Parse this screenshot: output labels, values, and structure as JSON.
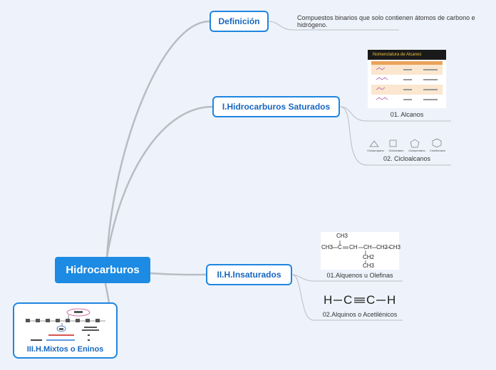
{
  "root": {
    "label": "Hidrocarburos"
  },
  "definicion": {
    "label": "Definición",
    "note": "Compuestos binarios que solo contienen átomos de carbono e hidrógeno."
  },
  "saturados": {
    "label": "I.Hidrocarburos Saturados",
    "alcanos": {
      "caption": "01. Alcanos",
      "table_title": "Nomenclatura de Alcanos"
    },
    "cicloalcanos": {
      "caption": "02. Cicloalcanos",
      "names": [
        "Ciclopropano",
        "Ciclobutano",
        "Ciclopentano",
        "Ciclohexano"
      ]
    }
  },
  "insaturados": {
    "label": "II.H.Insaturados",
    "alquenos": {
      "caption": "01.Alquenos u Olefinas",
      "formula": {
        "top": "CH3",
        "main_1": "CH3",
        "main_2": "C",
        "main_3": "CH",
        "main_4": "CH",
        "main_5": "CH2",
        "main_6": "CH3",
        "branch_1": "CH2",
        "branch_2": "CH3"
      }
    },
    "alquinos": {
      "caption": "02.Alquinos o Acetilénicos",
      "formula": {
        "left": "H",
        "c1": "C",
        "c2": "C",
        "right": "H"
      }
    }
  },
  "mixtos": {
    "label": "III.H.Mixtos o Eninos"
  },
  "colors": {
    "background": "#eef3fb",
    "accent": "#1f86e0",
    "root": "#1d8be3",
    "connector": "#b9bcc2"
  }
}
